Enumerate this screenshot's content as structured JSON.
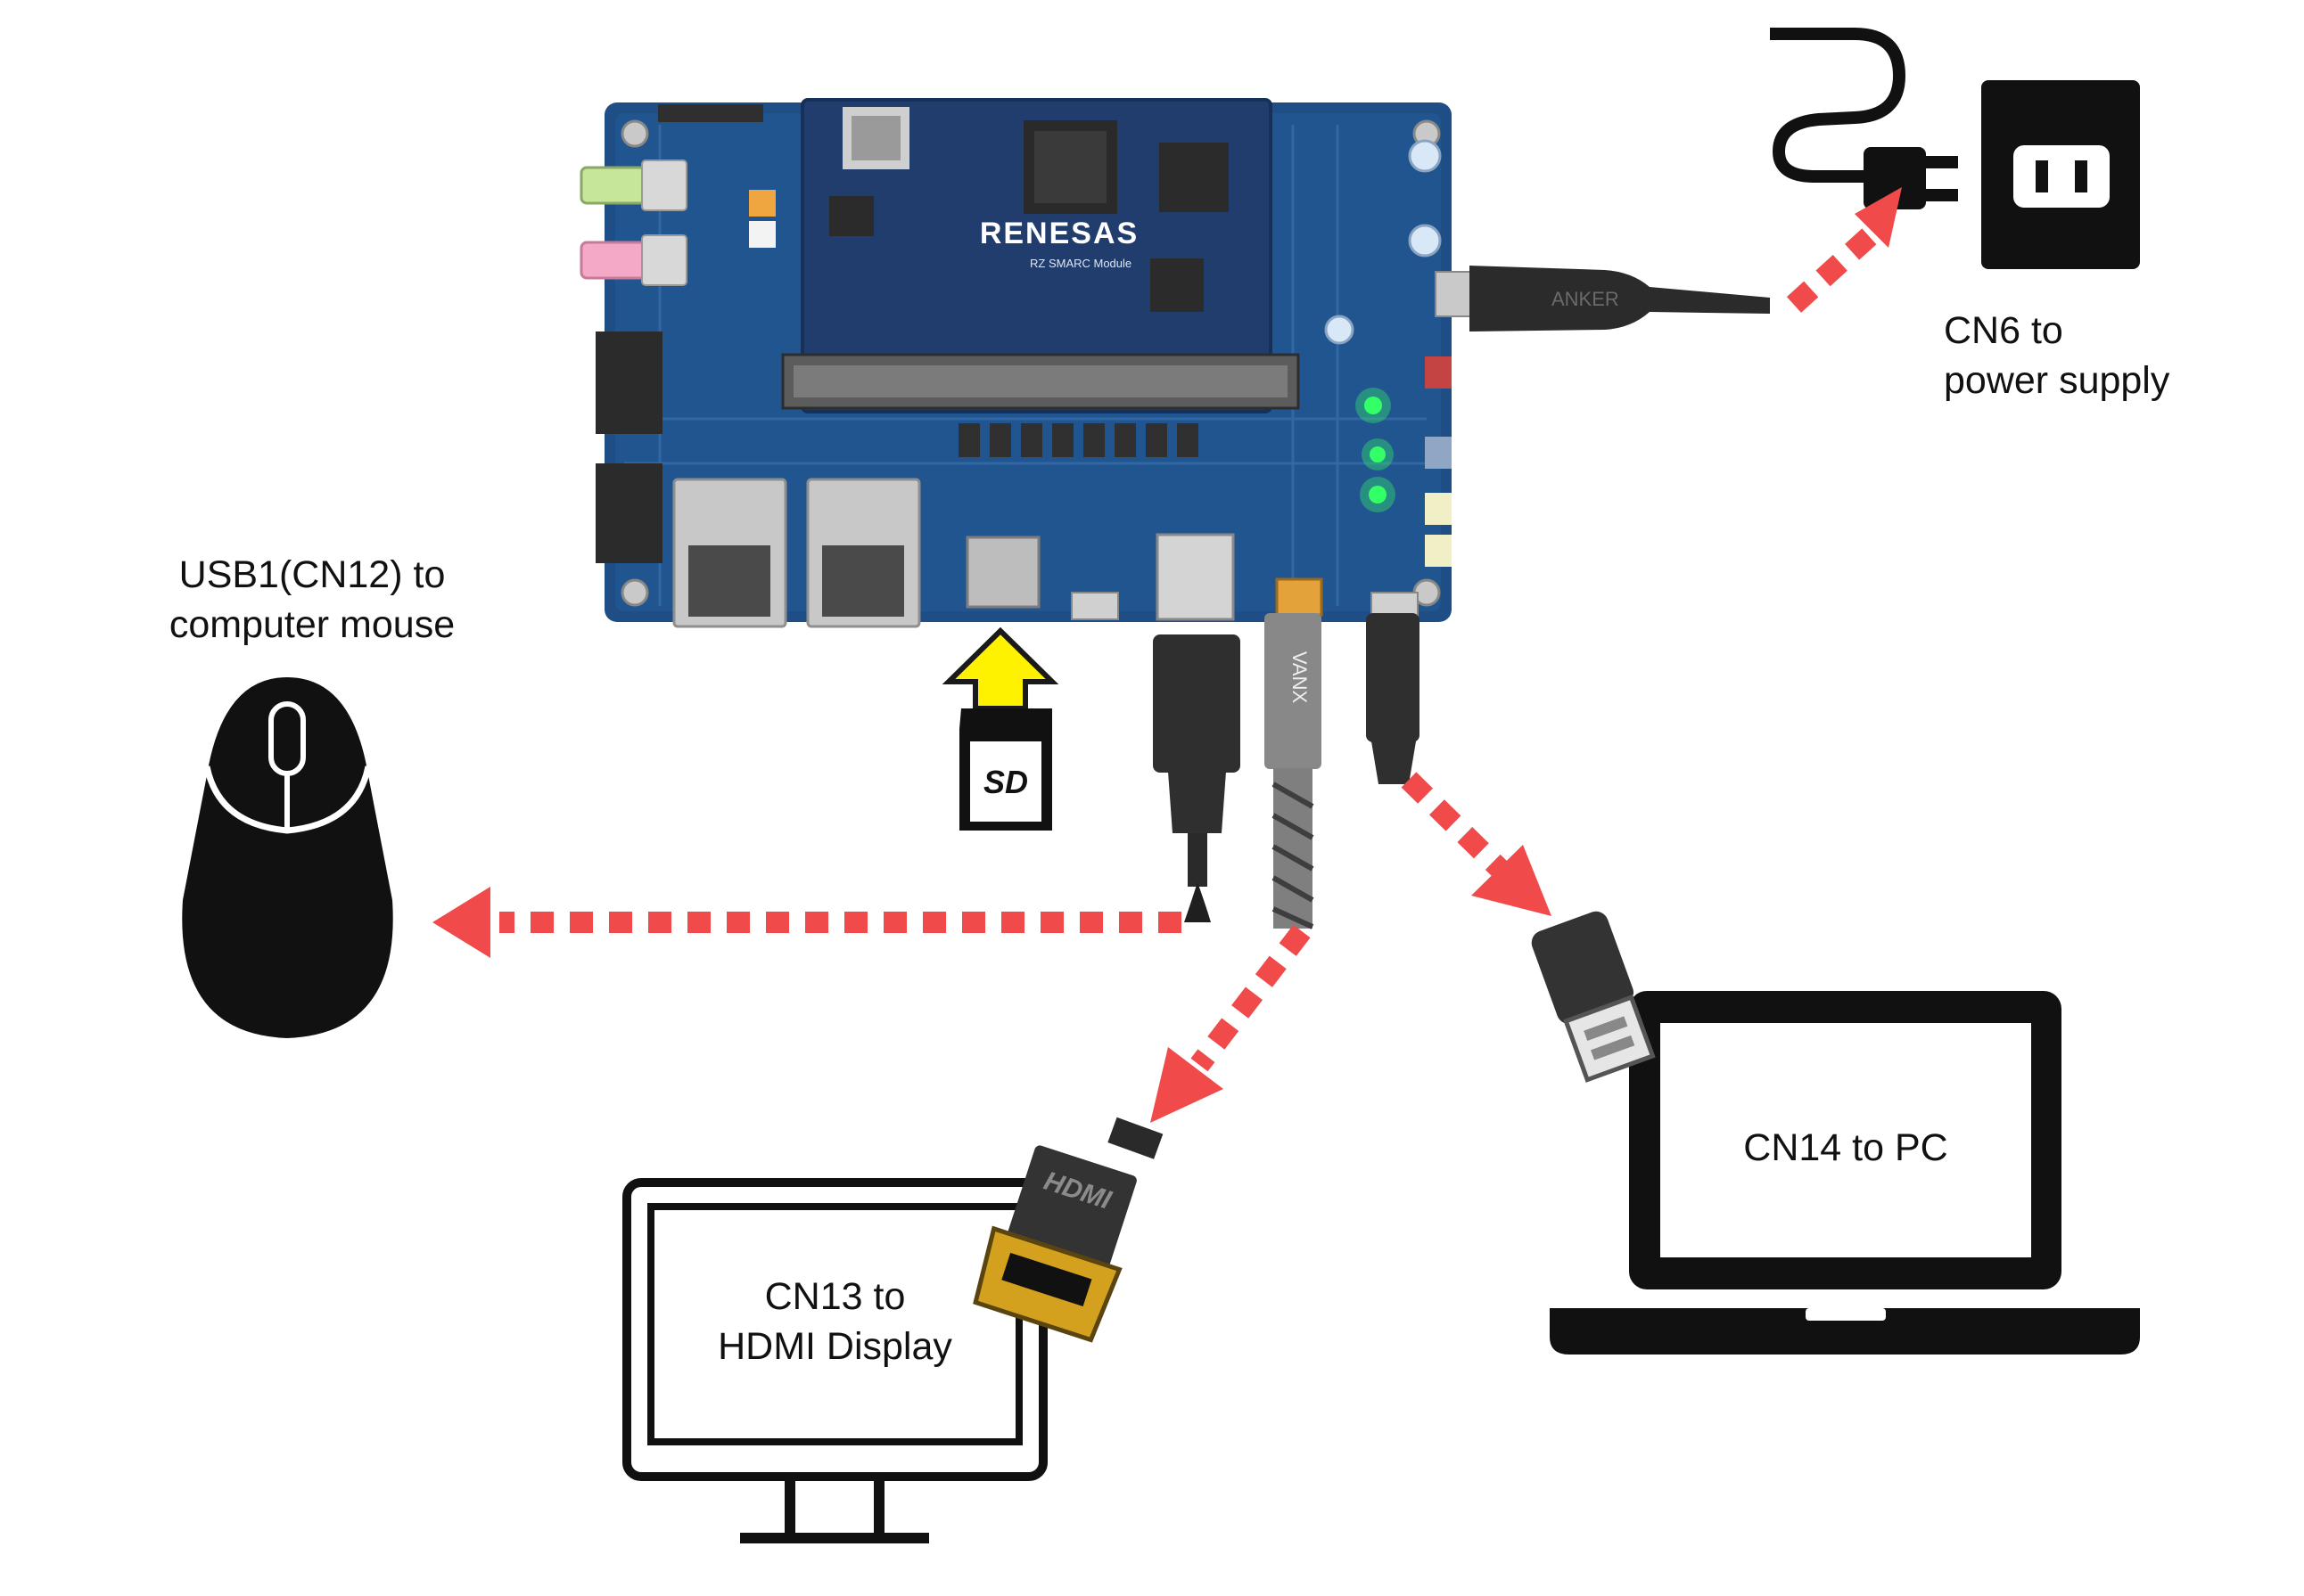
{
  "board": {
    "logo": "RENESAS",
    "module_text": "RZ SMARC Module",
    "cable_brand_power": "ANKER",
    "cable_brand_hdmi": "VANX"
  },
  "labels": {
    "power": {
      "line1": "CN6 to",
      "line2": "power supply"
    },
    "mouse": {
      "line1": "USB1(CN12) to",
      "line2": "computer mouse"
    },
    "hdmi": {
      "line1": "CN13 to",
      "line2": "HDMI Display"
    },
    "pc": {
      "line1": "CN14 to PC"
    }
  },
  "icons": {
    "sd_card_text": "SD",
    "hdmi_plug_text": "HDMI",
    "sd_insert_arrow": "arrow-up-icon"
  },
  "colors": {
    "arrow_red": "#f04a4a",
    "sd_arrow_yellow": "#fff200",
    "pcb_blue": "#1f4d86",
    "module_blue": "#203d6e",
    "led_green": "#33ff66",
    "hdmi_gold": "#d4a11e"
  }
}
